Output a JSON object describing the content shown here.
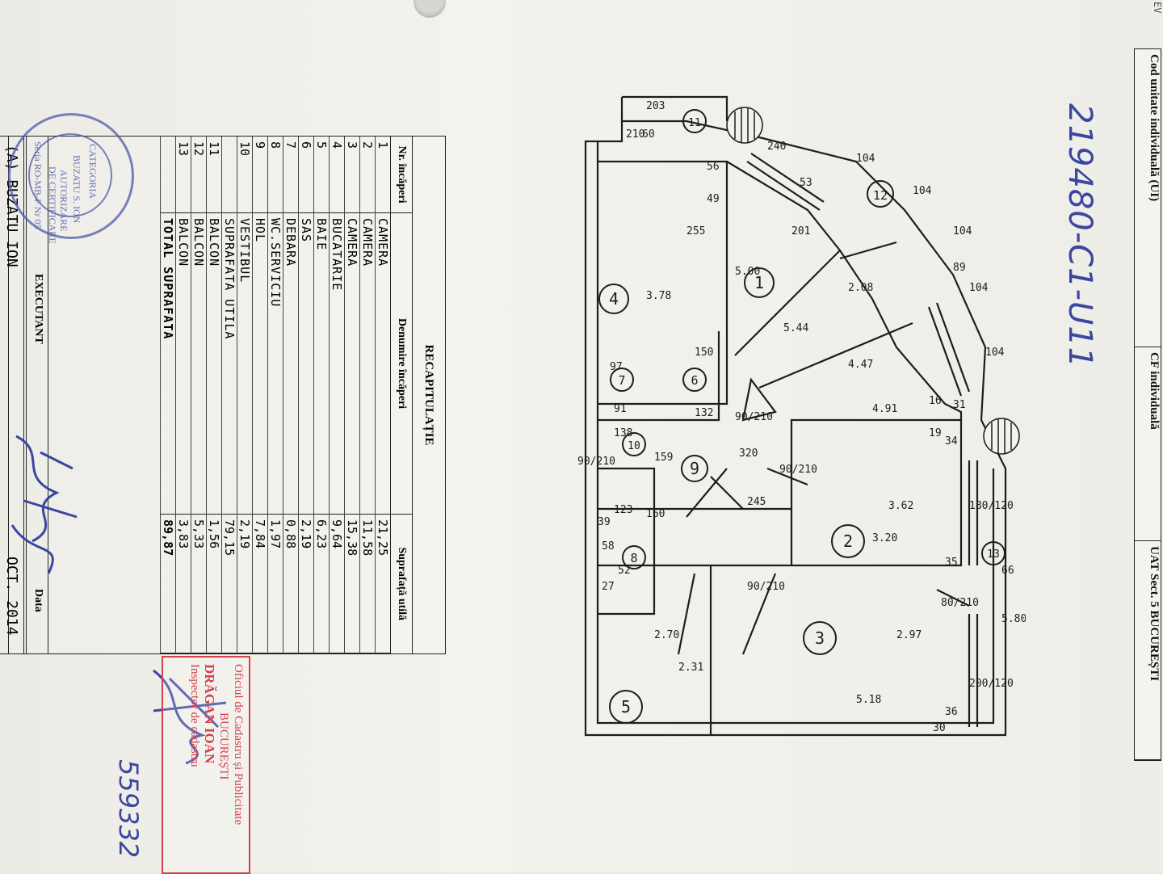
{
  "header": {
    "cod_unitate": "Cod unitate individuală (UI)",
    "cf_individuala": "CF individuală",
    "uat": "UAT",
    "sect": "Sect. 5",
    "localitate": "BUCUREȘTI",
    "ev": "EV"
  },
  "cadastral_code": "219480-C1-U11",
  "recap": {
    "title": "RECAPITULAȚIE",
    "col_nr": "Nr. încăperi",
    "col_name": "Denumire încăperi",
    "col_area": "Suprafață utilă",
    "rows": [
      {
        "nr": "1",
        "name": "CAMERA",
        "area": "21,25"
      },
      {
        "nr": "2",
        "name": "CAMERA",
        "area": "11,58"
      },
      {
        "nr": "3",
        "name": "CAMERA",
        "area": "15,38"
      },
      {
        "nr": "4",
        "name": "BUCATARIE",
        "area": "9,64"
      },
      {
        "nr": "5",
        "name": "BAIE",
        "area": "6,23"
      },
      {
        "nr": "6",
        "name": "SAS",
        "area": "2,19"
      },
      {
        "nr": "7",
        "name": "DEBARA",
        "area": "0,88"
      },
      {
        "nr": "8",
        "name": "WC.SERVICIU",
        "area": "1,97"
      },
      {
        "nr": "9",
        "name": "HOL",
        "area": "7,84"
      },
      {
        "nr": "10",
        "name": "VESTIBUL",
        "area": "2,19"
      },
      {
        "nr": "",
        "name": "SUPRAFATA UTILA",
        "area": "79,15"
      },
      {
        "nr": "11",
        "name": "BALCON",
        "area": "1,56"
      },
      {
        "nr": "12",
        "name": "BALCON",
        "area": "5,33"
      },
      {
        "nr": "13",
        "name": "BALCON",
        "area": "3,83"
      },
      {
        "nr": "",
        "name": "TOTAL SUPRAFATA",
        "area": "89,87"
      }
    ]
  },
  "executant": {
    "label": "EXECUTANT",
    "date_label": "Data",
    "name": "(A) BUZATU ION",
    "date": "OCT. 2014"
  },
  "stamp": {
    "line1": "BUZATU S. ION",
    "line2": "AUTORIZARE",
    "line3": "DE CERTIFICARE",
    "line4": "Seria RO-MB-F Nr 05",
    "line5": "CATEGORIA"
  },
  "ocpi": {
    "line1": "Oficiul de Cadastru și Publicitate",
    "line2": "BUCUREȘTI",
    "name": "DRĂGAN IOAN",
    "line4": "Inspector de cadastru"
  },
  "handwritten_number": "559332",
  "plan": {
    "rooms": [
      "1",
      "2",
      "3",
      "4",
      "5",
      "6",
      "7",
      "8",
      "9",
      "10",
      "11",
      "12",
      "13"
    ],
    "dims": [
      "255",
      "3.78",
      "5.00",
      "5.44",
      "4.47",
      "2.08",
      "150",
      "132",
      "91",
      "97",
      "138",
      "159",
      "320",
      "245",
      "4.91",
      "3.62",
      "3.20",
      "5.18",
      "2.97",
      "2.70",
      "2.31",
      "5.80",
      "201",
      "240",
      "104",
      "104",
      "104",
      "104",
      "104",
      "89",
      "90/210",
      "90/210",
      "90/210",
      "90/210",
      "80/210",
      "180/120",
      "200/120",
      "203",
      "210",
      "60",
      "56",
      "49",
      "53",
      "36",
      "30",
      "66",
      "35",
      "34",
      "31",
      "16",
      "19",
      "58",
      "52",
      "27",
      "160",
      "123",
      "39"
    ]
  },
  "colors": {
    "ink": "#1f1f1f",
    "blue": "#3b46a0",
    "red": "#d4414d"
  }
}
